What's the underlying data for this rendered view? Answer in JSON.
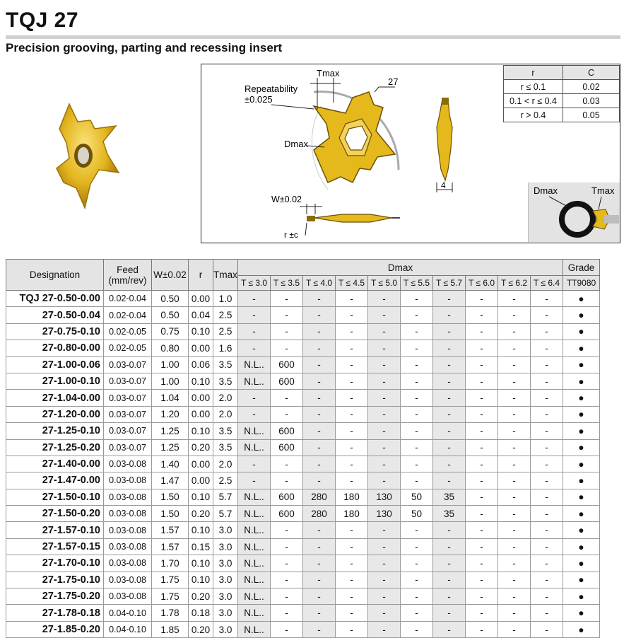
{
  "header": {
    "title": "TQJ 27",
    "subtitle": "Precision grooving, parting and recessing insert"
  },
  "diagram": {
    "tmax_label": "Tmax",
    "num_label": "27",
    "repeat_label": "Repeatability",
    "repeat_value": "±0.025",
    "dmax_label": "Dmax",
    "width_label": "W±0.02",
    "radius_label": "r ±c",
    "thickness_label": "4",
    "inset_dmax": "Dmax",
    "inset_tmax": "Tmax"
  },
  "tolerance_table": {
    "headers": [
      "r",
      "C"
    ],
    "rows": [
      [
        "r ≤ 0.1",
        "0.02"
      ],
      [
        "0.1 < r ≤ 0.4",
        "0.03"
      ],
      [
        "r > 0.4",
        "0.05"
      ]
    ]
  },
  "main_table": {
    "h_designation": "Designation",
    "h_feed": "Feed",
    "h_feed_unit": "(mm/rev)",
    "h_w": "W±0.02",
    "h_r": "r",
    "h_tmax": "Tmax",
    "h_dmax": "Dmax",
    "h_grade": "Grade",
    "t_cols": [
      "T ≤ 3.0",
      "T ≤ 3.5",
      "T ≤ 4.0",
      "T ≤ 4.5",
      "T ≤ 5.0",
      "T ≤ 5.5",
      "T ≤ 5.7",
      "T ≤ 6.0",
      "T ≤ 6.2",
      "T ≤ 6.4"
    ],
    "grade_col": "TT9080",
    "rows": [
      {
        "prefix": "TQJ ",
        "des": "27-0.50-0.00",
        "feed": "0.02-0.04",
        "w": "0.50",
        "r": "0.00",
        "tmax": "1.0",
        "d": [
          "-",
          "-",
          "-",
          "-",
          "-",
          "-",
          "-",
          "-",
          "-",
          "-"
        ],
        "grade": "●"
      },
      {
        "prefix": "",
        "des": "27-0.50-0.04",
        "feed": "0.02-0.04",
        "w": "0.50",
        "r": "0.04",
        "tmax": "2.5",
        "d": [
          "-",
          "-",
          "-",
          "-",
          "-",
          "-",
          "-",
          "-",
          "-",
          "-"
        ],
        "grade": "●"
      },
      {
        "prefix": "",
        "des": "27-0.75-0.10",
        "feed": "0.02-0.05",
        "w": "0.75",
        "r": "0.10",
        "tmax": "2.5",
        "d": [
          "-",
          "-",
          "-",
          "-",
          "-",
          "-",
          "-",
          "-",
          "-",
          "-"
        ],
        "grade": "●"
      },
      {
        "prefix": "",
        "des": "27-0.80-0.00",
        "feed": "0.02-0.05",
        "w": "0.80",
        "r": "0.00",
        "tmax": "1.6",
        "d": [
          "-",
          "-",
          "-",
          "-",
          "-",
          "-",
          "-",
          "-",
          "-",
          "-"
        ],
        "grade": "●"
      },
      {
        "prefix": "",
        "des": "27-1.00-0.06",
        "feed": "0.03-0.07",
        "w": "1.00",
        "r": "0.06",
        "tmax": "3.5",
        "d": [
          "N.L..",
          "600",
          "-",
          "-",
          "-",
          "-",
          "-",
          "-",
          "-",
          "-"
        ],
        "grade": "●"
      },
      {
        "prefix": "",
        "des": "27-1.00-0.10",
        "feed": "0.03-0.07",
        "w": "1.00",
        "r": "0.10",
        "tmax": "3.5",
        "d": [
          "N.L..",
          "600",
          "-",
          "-",
          "-",
          "-",
          "-",
          "-",
          "-",
          "-"
        ],
        "grade": "●"
      },
      {
        "prefix": "",
        "des": "27-1.04-0.00",
        "feed": "0.03-0.07",
        "w": "1.04",
        "r": "0.00",
        "tmax": "2.0",
        "d": [
          "-",
          "-",
          "-",
          "-",
          "-",
          "-",
          "-",
          "-",
          "-",
          "-"
        ],
        "grade": "●"
      },
      {
        "prefix": "",
        "des": "27-1.20-0.00",
        "feed": "0.03-0.07",
        "w": "1.20",
        "r": "0.00",
        "tmax": "2.0",
        "d": [
          "-",
          "-",
          "-",
          "-",
          "-",
          "-",
          "-",
          "-",
          "-",
          "-"
        ],
        "grade": "●"
      },
      {
        "prefix": "",
        "des": "27-1.25-0.10",
        "feed": "0.03-0.07",
        "w": "1.25",
        "r": "0.10",
        "tmax": "3.5",
        "d": [
          "N.L..",
          "600",
          "-",
          "-",
          "-",
          "-",
          "-",
          "-",
          "-",
          "-"
        ],
        "grade": "●"
      },
      {
        "prefix": "",
        "des": "27-1.25-0.20",
        "feed": "0.03-0.07",
        "w": "1.25",
        "r": "0.20",
        "tmax": "3.5",
        "d": [
          "N.L..",
          "600",
          "-",
          "-",
          "-",
          "-",
          "-",
          "-",
          "-",
          "-"
        ],
        "grade": "●"
      },
      {
        "prefix": "",
        "des": "27-1.40-0.00",
        "feed": "0.03-0.08",
        "w": "1.40",
        "r": "0.00",
        "tmax": "2.0",
        "d": [
          "-",
          "-",
          "-",
          "-",
          "-",
          "-",
          "-",
          "-",
          "-",
          "-"
        ],
        "grade": "●"
      },
      {
        "prefix": "",
        "des": "27-1.47-0.00",
        "feed": "0.03-0.08",
        "w": "1.47",
        "r": "0.00",
        "tmax": "2.5",
        "d": [
          "-",
          "-",
          "-",
          "-",
          "-",
          "-",
          "-",
          "-",
          "-",
          "-"
        ],
        "grade": "●"
      },
      {
        "prefix": "",
        "des": "27-1.50-0.10",
        "feed": "0.03-0.08",
        "w": "1.50",
        "r": "0.10",
        "tmax": "5.7",
        "d": [
          "N.L..",
          "600",
          "280",
          "180",
          "130",
          "50",
          "35",
          "-",
          "-",
          "-"
        ],
        "grade": "●"
      },
      {
        "prefix": "",
        "des": "27-1.50-0.20",
        "feed": "0.03-0.08",
        "w": "1.50",
        "r": "0.20",
        "tmax": "5.7",
        "d": [
          "N.L..",
          "600",
          "280",
          "180",
          "130",
          "50",
          "35",
          "-",
          "-",
          "-"
        ],
        "grade": "●"
      },
      {
        "prefix": "",
        "des": "27-1.57-0.10",
        "feed": "0.03-0.08",
        "w": "1.57",
        "r": "0.10",
        "tmax": "3.0",
        "d": [
          "N.L..",
          "-",
          "-",
          "-",
          "-",
          "-",
          "-",
          "-",
          "-",
          "-"
        ],
        "grade": "●"
      },
      {
        "prefix": "",
        "des": "27-1.57-0.15",
        "feed": "0.03-0.08",
        "w": "1.57",
        "r": "0.15",
        "tmax": "3.0",
        "d": [
          "N.L..",
          "-",
          "-",
          "-",
          "-",
          "-",
          "-",
          "-",
          "-",
          "-"
        ],
        "grade": "●"
      },
      {
        "prefix": "",
        "des": "27-1.70-0.10",
        "feed": "0.03-0.08",
        "w": "1.70",
        "r": "0.10",
        "tmax": "3.0",
        "d": [
          "N.L..",
          "-",
          "-",
          "-",
          "-",
          "-",
          "-",
          "-",
          "-",
          "-"
        ],
        "grade": "●"
      },
      {
        "prefix": "",
        "des": "27-1.75-0.10",
        "feed": "0.03-0.08",
        "w": "1.75",
        "r": "0.10",
        "tmax": "3.0",
        "d": [
          "N.L..",
          "-",
          "-",
          "-",
          "-",
          "-",
          "-",
          "-",
          "-",
          "-"
        ],
        "grade": "●"
      },
      {
        "prefix": "",
        "des": "27-1.75-0.20",
        "feed": "0.03-0.08",
        "w": "1.75",
        "r": "0.20",
        "tmax": "3.0",
        "d": [
          "N.L..",
          "-",
          "-",
          "-",
          "-",
          "-",
          "-",
          "-",
          "-",
          "-"
        ],
        "grade": "●"
      },
      {
        "prefix": "",
        "des": "27-1.78-0.18",
        "feed": "0.04-0.10",
        "w": "1.78",
        "r": "0.18",
        "tmax": "3.0",
        "d": [
          "N.L..",
          "-",
          "-",
          "-",
          "-",
          "-",
          "-",
          "-",
          "-",
          "-"
        ],
        "grade": "●"
      },
      {
        "prefix": "",
        "des": "27-1.85-0.20",
        "feed": "0.04-0.10",
        "w": "1.85",
        "r": "0.20",
        "tmax": "3.0",
        "d": [
          "N.L..",
          "-",
          "-",
          "-",
          "-",
          "-",
          "-",
          "-",
          "-",
          "-"
        ],
        "grade": "●"
      }
    ]
  }
}
